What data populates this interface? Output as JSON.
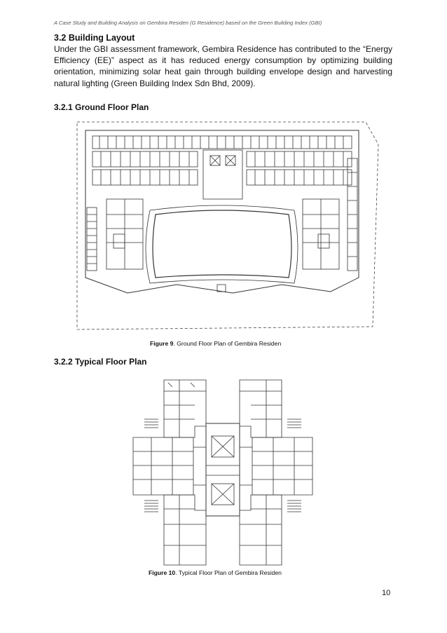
{
  "header": {
    "running_title": "A Case Study and Building Analysis on Gembira Residen (G Residence) based on the Green Building Index (GBI)"
  },
  "section": {
    "title": "3.2 Building Layout",
    "paragraph": "Under the GBI assessment framework, Gembira Residence has contributed to the “Energy Efficiency (EE)” aspect as it has reduced energy consumption by optimizing building orientation, minimizing solar heat gain through building envelope design and harvesting natural lighting (Green Building Index Sdn Bhd, 2009)."
  },
  "subsection1": {
    "title": "3.2.1 Ground Floor Plan",
    "figure_label": "Figure 9",
    "figure_caption": ". Ground Floor Plan of Gembira Residen"
  },
  "subsection2": {
    "title": "3.2.2 Typical Floor Plan",
    "figure_label": "Figure 10",
    "figure_caption": ". Typical Floor Plan of Gembira Residen"
  },
  "page_number": "10"
}
